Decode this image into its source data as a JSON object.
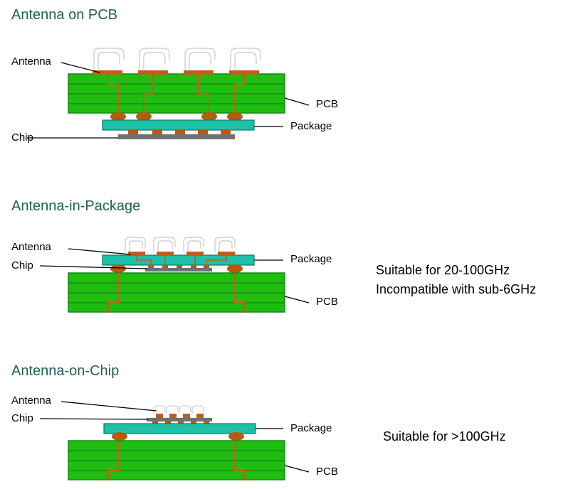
{
  "colors": {
    "title": "#1f5f57",
    "pcb_fill": "#1fbd10",
    "pcb_stroke": "#1a8a18",
    "package_fill": "#1fc0a8",
    "package_stroke": "#0e7a6a",
    "chip_fill": "#707070",
    "bump": "#b85a0a",
    "trace": "#c65a1a",
    "antenna_outline": "#c8c8c8"
  },
  "sections": [
    {
      "title": "Antenna on PCB",
      "labels": {
        "antenna": "Antenna",
        "pcb": "PCB",
        "package": "Package",
        "chip": "Chip"
      }
    },
    {
      "title": "Antenna-in-Package",
      "labels": {
        "antenna": "Antenna",
        "chip": "Chip",
        "package": "Package",
        "pcb": "PCB"
      },
      "notes": [
        "Suitable for 20-100GHz",
        "Incompatible with sub-6GHz"
      ]
    },
    {
      "title": "Antenna-on-Chip",
      "labels": {
        "antenna": "Antenna",
        "chip": "Chip",
        "package": "Package",
        "pcb": "PCB"
      },
      "notes": [
        "Suitable for >100GHz"
      ]
    }
  ]
}
